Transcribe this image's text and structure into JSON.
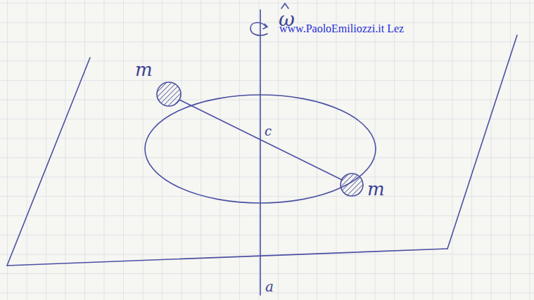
{
  "diagram": {
    "labels": [
      "ω",
      "www.PaoloEmiliozzi.it Lez",
      "m",
      "c",
      "m",
      "a"
    ]
  }
}
